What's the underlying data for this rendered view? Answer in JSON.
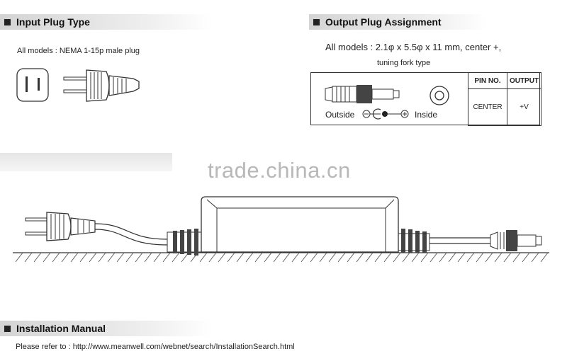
{
  "input_plug": {
    "title": "Input Plug Type",
    "note": "All models : NEMA 1-15p male plug"
  },
  "output_plug": {
    "title": "Output Plug Assignment",
    "spec_line1": "All models : 2.1φ x 5.5φ x 11 mm, center +,",
    "spec_line2": "tuning fork type",
    "outside_label": "Outside",
    "inside_label": "Inside",
    "table_headers": [
      "PIN NO.",
      "OUTPUT"
    ],
    "table_row": [
      "CENTER",
      "+V"
    ]
  },
  "watermark": "trade.china.cn",
  "installation": {
    "title": "Installation Manual",
    "text": "Please refer to : http://www.meanwell.com/webnet/search/InstallationSearch.html"
  }
}
